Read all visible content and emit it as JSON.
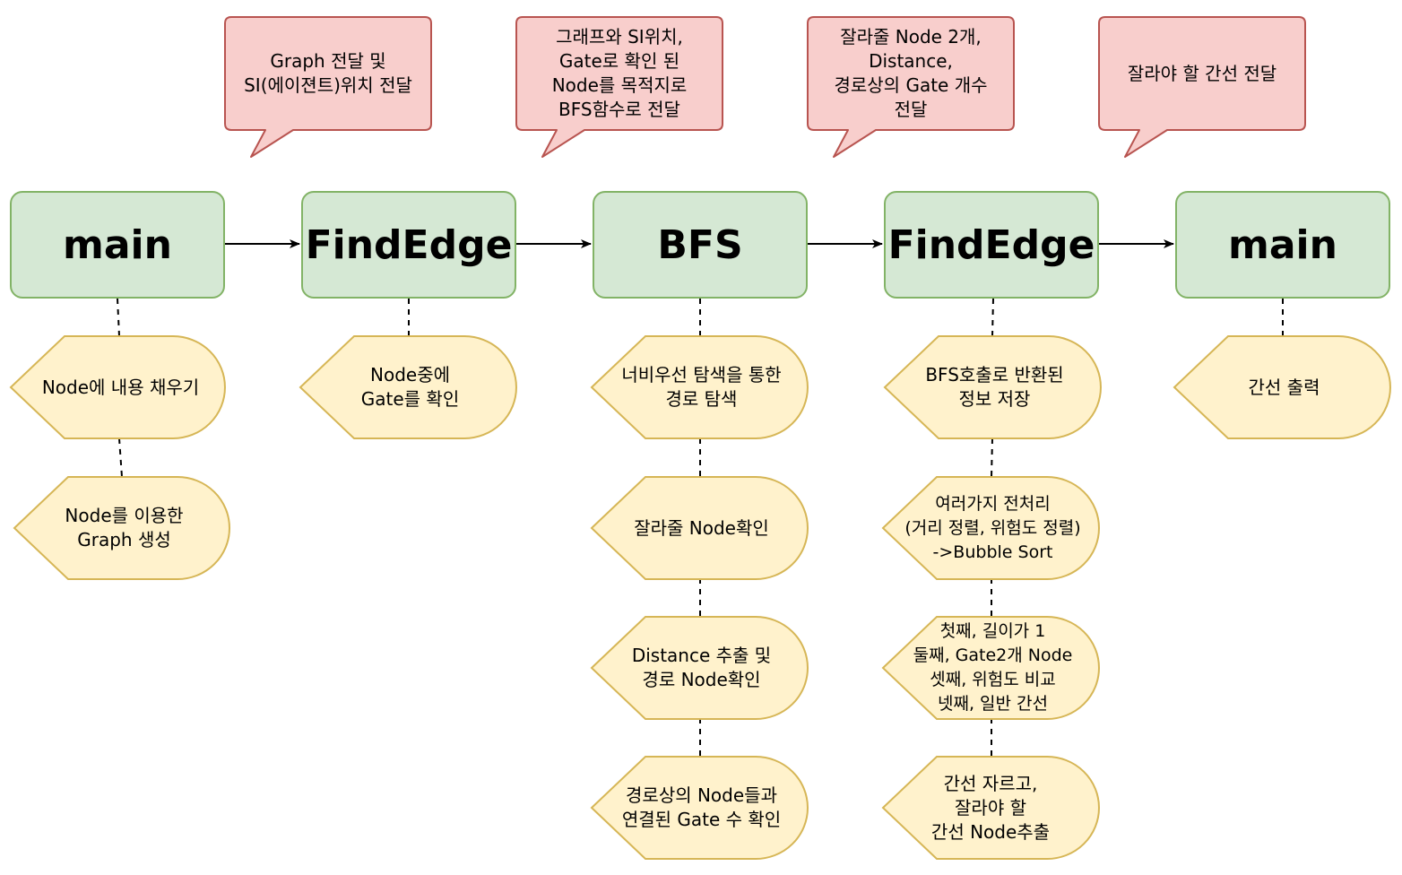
{
  "colors": {
    "box_fill": "#d5e8d4",
    "box_stroke": "#82b366",
    "callout_fill": "#f8cecc",
    "callout_stroke": "#b85450",
    "note_fill": "#fff2cc",
    "note_stroke": "#d6b656"
  },
  "boxes": [
    {
      "label": "main"
    },
    {
      "label": "FindEdge"
    },
    {
      "label": "BFS"
    },
    {
      "label": "FindEdge"
    },
    {
      "label": "main"
    }
  ],
  "callouts": [
    "Graph  전달  및\nSI(에이젼트)위치 전달",
    "그래프와 SI위치,\nGate로 확인 된\nNode를 목적지로\nBFS함수로 전달",
    "잘라줄 Node 2개,\nDistance,\n경로상의 Gate 개수\n전달",
    "잘라야 할 간선 전달"
  ],
  "notes": {
    "main": [
      "Node에  내용 채우기",
      "Node를 이용한\nGraph 생성"
    ],
    "findedge": [
      "Node중에\nGate를 확인"
    ],
    "bfs": [
      "너비우선 탐색을 통한\n경로 탐색",
      "잘라줄 Node확인",
      "Distance 추출 및\n경로 Node확인",
      "경로상의 Node들과\n연결된 Gate 수 확인"
    ],
    "findedge2": [
      "BFS호출로 반환된\n정보 저장",
      "여러가지 전처리\n(거리 정렬, 위험도 정렬)\n->Bubble Sort",
      "첫째, 길이가 1\n둘째, Gate2개 Node\n셋째, 위험도 비교\n넷째, 일반 간선",
      "간선 자르고,\n잘라야 할\n간선 Node추출"
    ],
    "main2": [
      "간선 출력"
    ]
  }
}
